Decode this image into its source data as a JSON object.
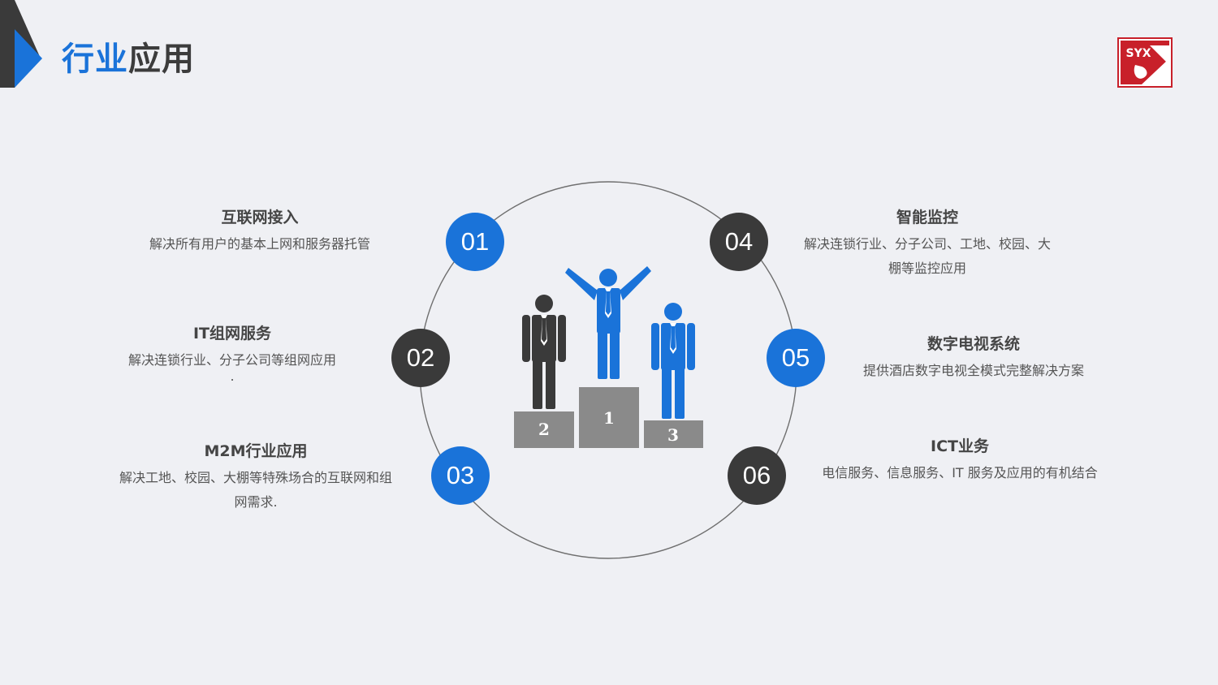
{
  "header": {
    "title_part1": "行业",
    "title_part2": "应用"
  },
  "logo": {
    "text": "SYX"
  },
  "colors": {
    "accent_blue": "#1a73d9",
    "dark": "#3a3a3a",
    "podium_gray": "#8a8a8a",
    "background": "#eff0f4"
  },
  "podium": {
    "first": "1",
    "second": "2",
    "third": "3"
  },
  "items": [
    {
      "num": "01",
      "title": "互联网接入",
      "desc": "解决所有用户的基本上网和服务器托管"
    },
    {
      "num": "02",
      "title": "IT组网服务",
      "desc": "解决连锁行业、分子公司等组网应用",
      "extra": "."
    },
    {
      "num": "03",
      "title": "M2M行业应用",
      "desc_line1": "解决工地、校园、大棚等特殊场合的互联网和组",
      "desc_line2": "网需求."
    },
    {
      "num": "04",
      "title": "智能监控",
      "desc_line1": "解决连锁行业、分子公司、工地、校园、大",
      "desc_line2": "棚等监控应用"
    },
    {
      "num": "05",
      "title": "数字电视系统",
      "desc": "提供酒店数字电视全模式完整解决方案"
    },
    {
      "num": "06",
      "title": "ICT业务",
      "desc": "电信服务、信息服务、IT 服务及应用的有机结合"
    }
  ]
}
